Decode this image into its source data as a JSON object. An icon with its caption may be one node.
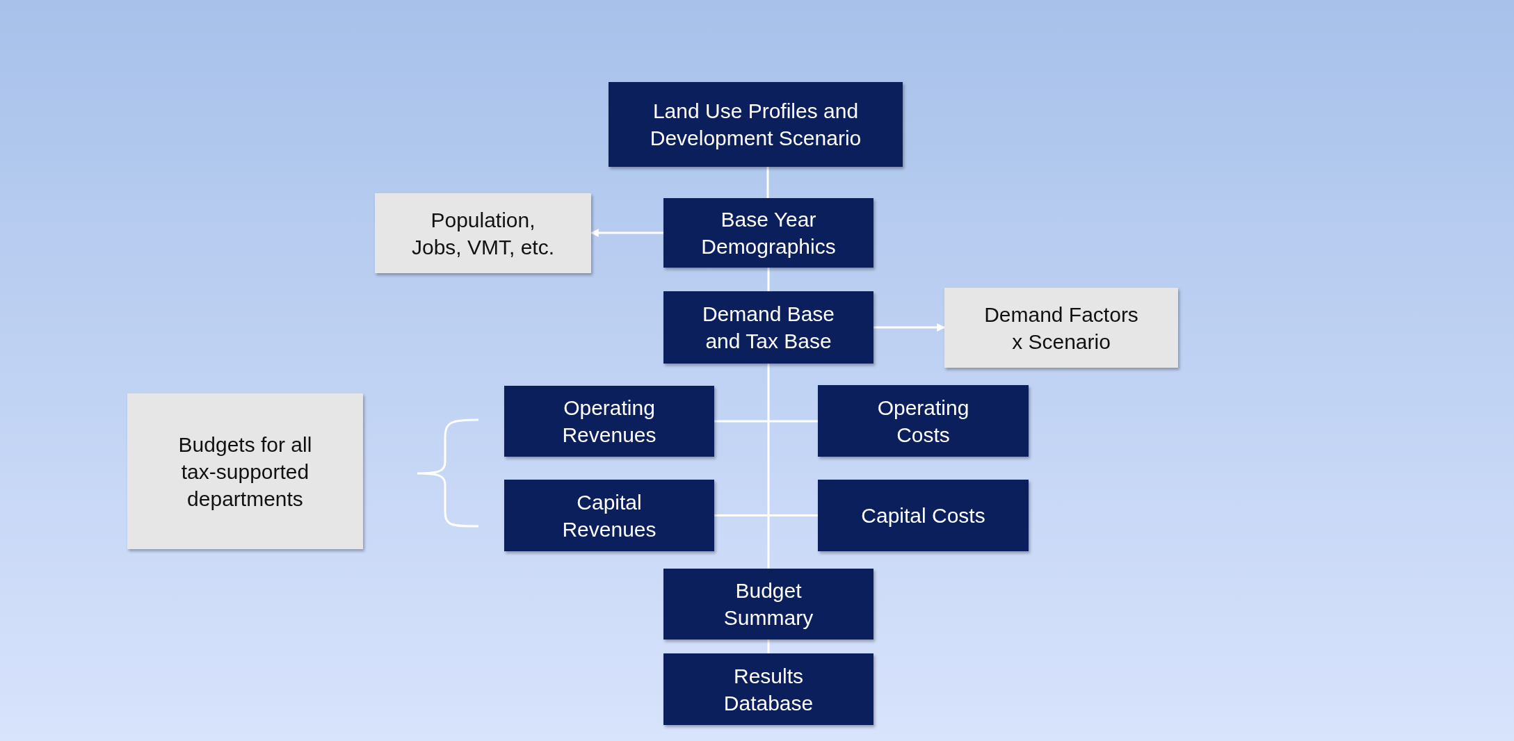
{
  "diagram": {
    "nodes": [
      {
        "text": [
          "Land Use Profiles and Development Scenario"
        ]
      },
      {
        "text": [
          "Population, Jobs, VMT, etc."
        ]
      },
      {
        "text": [
          "Base Year Demographics"
        ]
      },
      {
        "text": [
          "Demand Base and Tax Base"
        ]
      },
      {
        "text": [
          "Demand Factors x Scenario"
        ]
      },
      {
        "text": [
          "Budgets for all tax-supported departments"
        ]
      },
      {
        "text": [
          "Operating Revenues"
        ]
      },
      {
        "text": [
          "Operating Costs"
        ]
      },
      {
        "text": [
          "Capital Revenues"
        ]
      },
      {
        "text": [
          "Capital Costs"
        ]
      },
      {
        "text": [
          "Budget Summary"
        ]
      },
      {
        "text": [
          "Results Database"
        ]
      }
    ],
    "edges": [
      {
        "from": 0,
        "to": 2,
        "arrow": "none"
      },
      {
        "from": 2,
        "to": 1,
        "arrow": "to"
      },
      {
        "from": 2,
        "to": 3,
        "arrow": "none"
      },
      {
        "from": 3,
        "to": 4,
        "arrow": "to"
      },
      {
        "from": 6,
        "to": 7,
        "arrow": "none"
      },
      {
        "from": 8,
        "to": 9,
        "arrow": "none"
      },
      {
        "from": 3,
        "to": 10,
        "arrow": "none"
      },
      {
        "from": 10,
        "to": 11,
        "arrow": "none"
      }
    ]
  }
}
